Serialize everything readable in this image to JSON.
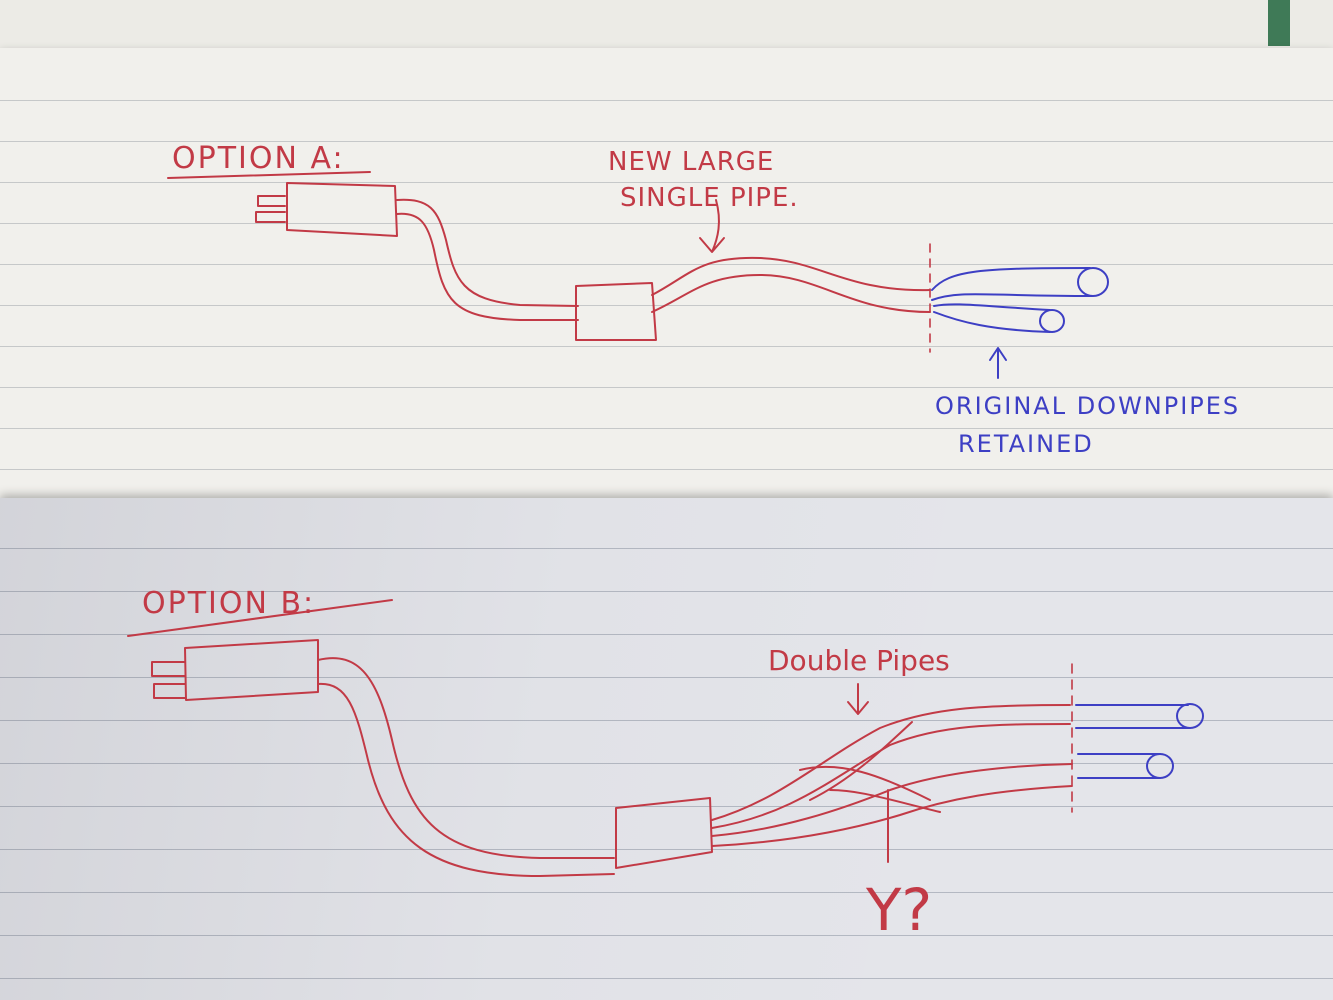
{
  "option_a": {
    "title": "OPTION A:",
    "note_line1": "NEW LARGE",
    "note_line2": "SINGLE PIPE.",
    "blue_note_line1": "ORIGINAL DOWNPIPES",
    "blue_note_line2": "RETAINED"
  },
  "option_b": {
    "title": "OPTION B:",
    "note": "Double Pipes",
    "question": "Y?"
  },
  "colors": {
    "red_ink": "#c23a46",
    "blue_ink": "#3d3fc4",
    "paper": "#f1f0ec"
  }
}
